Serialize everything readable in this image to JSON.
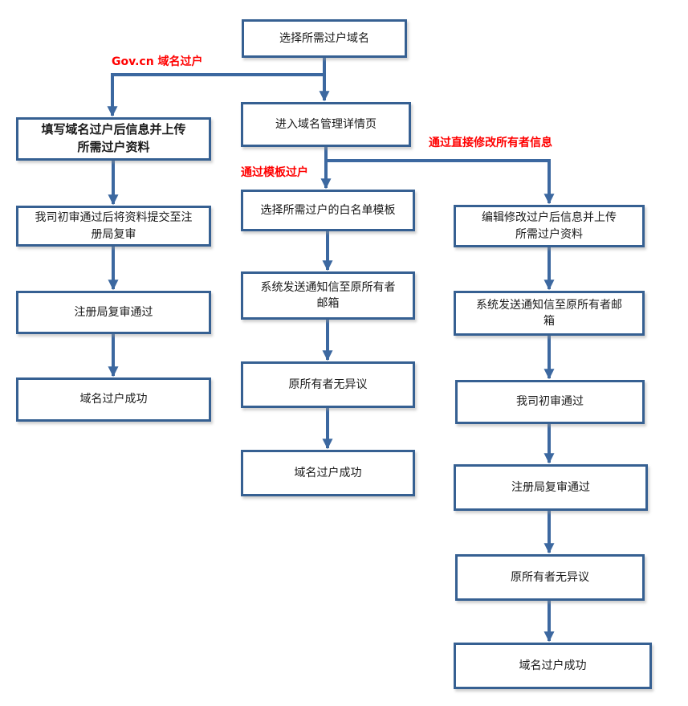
{
  "diagram": {
    "top_box": "选择所需过户域名",
    "branch_labels": {
      "gov_cn": "Gov.cn 域名过户",
      "template": "通过模板过户",
      "direct": "通过直接修改所有者信息"
    },
    "left_column": [
      "填写域名过户后信息并上传\n所需过户资料",
      "我司初审通过后将资料提交至注\n册局复审",
      "注册局复审通过",
      "域名过户成功"
    ],
    "middle_column": [
      "进入域名管理详情页",
      "选择所需过户的白名单模板",
      "系统发送通知信至原所有者\n邮箱",
      "原所有者无异议",
      "域名过户成功"
    ],
    "right_column": [
      "编辑修改过户后信息并上传\n所需过户资料",
      "系统发送通知信至原所有者邮\n箱",
      "我司初审通过",
      "注册局复审通过",
      "原所有者无异议",
      "域名过户成功"
    ],
    "colors": {
      "box_border": "#366092",
      "connector": "#3c68a0",
      "label_red": "#ff0000"
    }
  }
}
